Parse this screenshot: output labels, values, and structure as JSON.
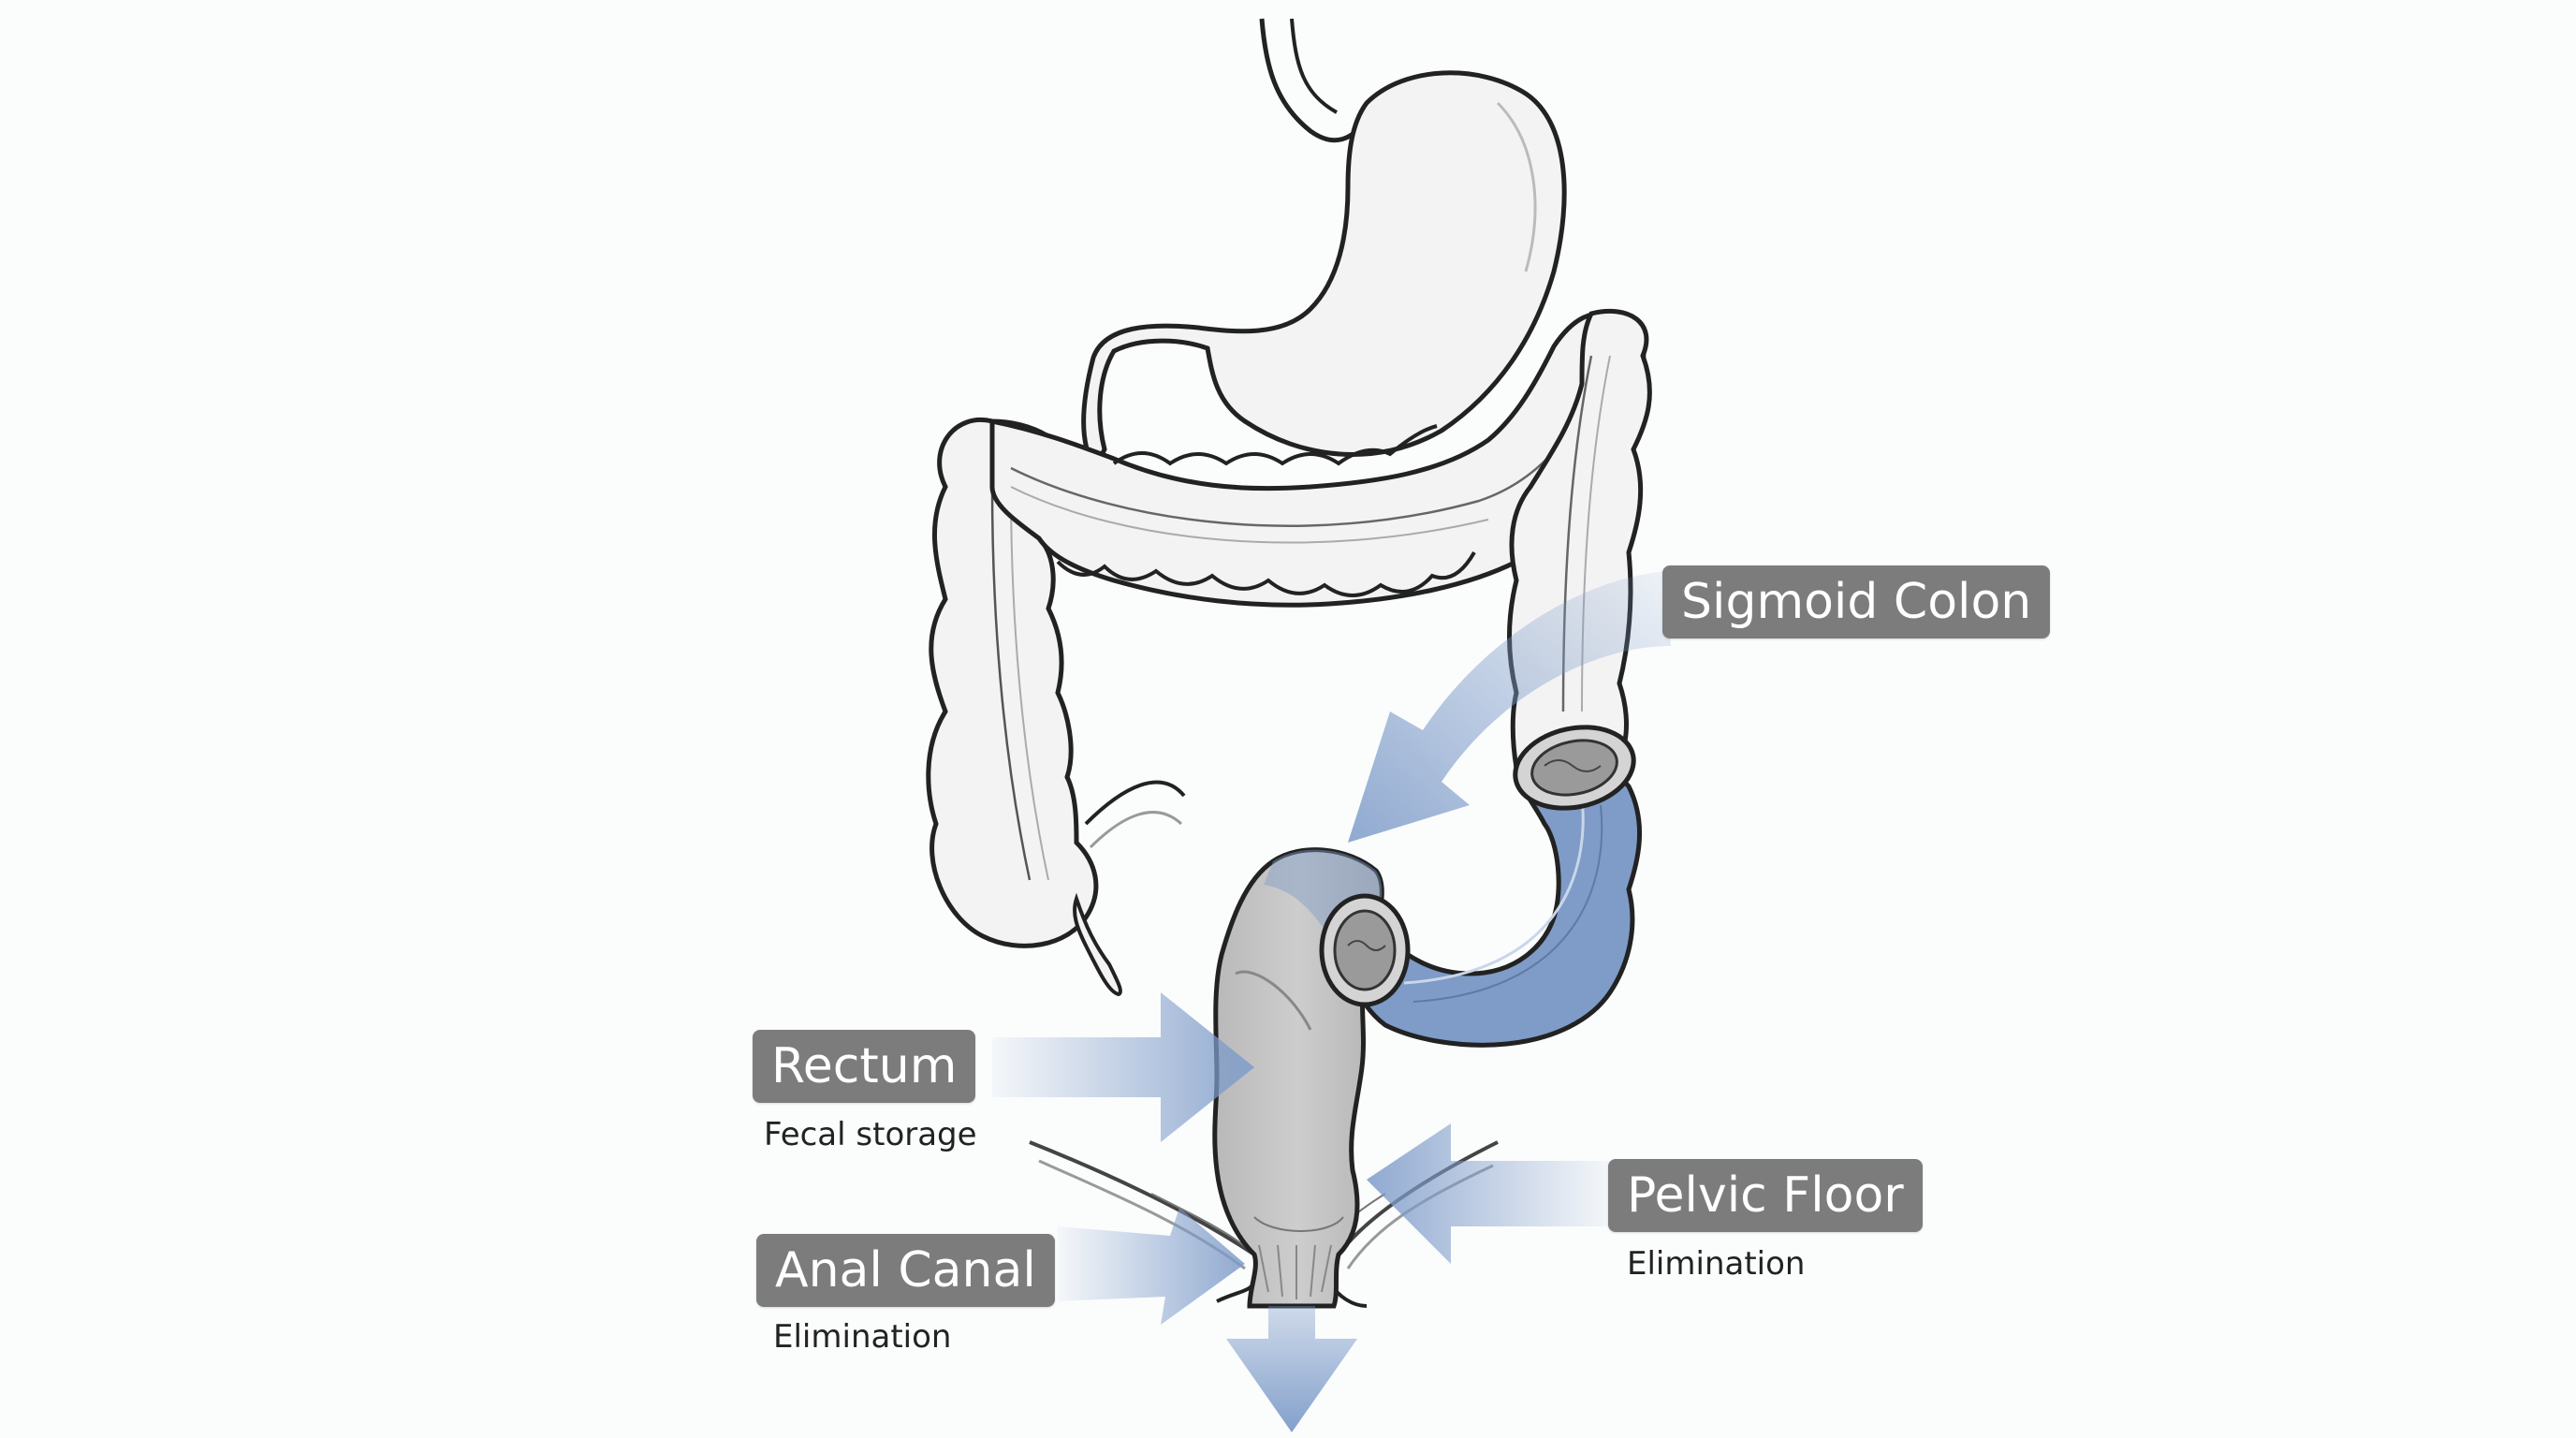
{
  "labels": {
    "sigmoid": {
      "title": "Sigmoid Colon"
    },
    "rectum": {
      "title": "Rectum",
      "subtitle": "Fecal storage"
    },
    "anal": {
      "title": "Anal Canal",
      "subtitle": "Elimination"
    },
    "pelvic": {
      "title": "Pelvic Floor",
      "subtitle": "Elimination"
    }
  },
  "colors": {
    "label_bg": "#7c7c7c",
    "sigmoid_fill": "#7f9bc7",
    "organ_fill": "#f3f3f3",
    "rectum_fill": "#c4c4c4",
    "arrow": "#7d9bc9"
  }
}
